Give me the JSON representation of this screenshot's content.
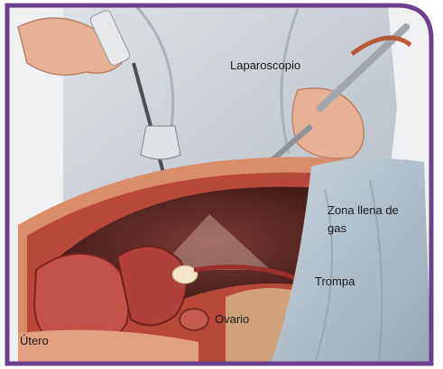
{
  "labels": {
    "laparoscope": "Laparoscopio",
    "gas_zone": "Zona llena de gas",
    "tube": "Trompa",
    "ovary": "Ovario",
    "uterus": "Útero"
  },
  "colors": {
    "frame_border": "#6b3f8e",
    "gown": "#c9ced4",
    "skin": "#e9b59a",
    "tissue_red": "#a8322e",
    "cavity_dark": "#5a2420",
    "drape": "#aebdc8"
  }
}
